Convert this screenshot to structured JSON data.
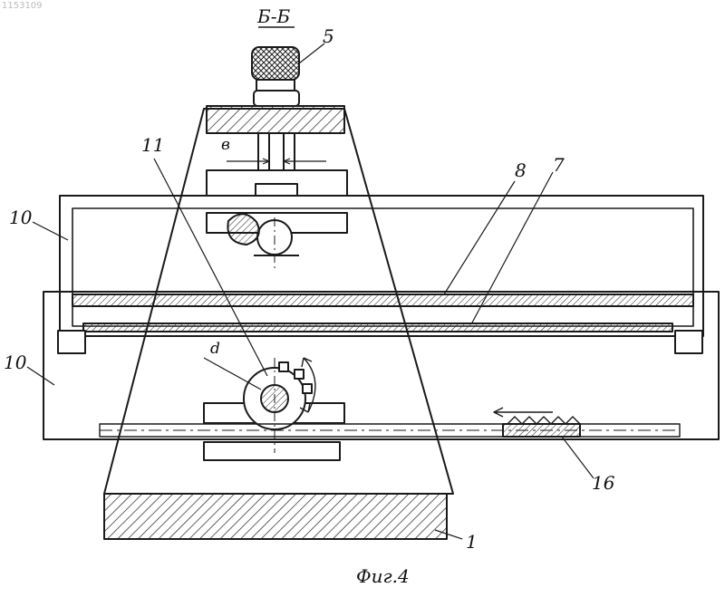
{
  "figure": {
    "doc_number": "1153109",
    "section_label": "Б-Б",
    "caption": "Фиг.4",
    "dimension_labels": {
      "width": "в",
      "diameter": "d"
    },
    "part_labels": {
      "base": "1",
      "clamp_screw": "5",
      "rail_lower": "7",
      "rail_upper": "8",
      "frame_left_upper": "10",
      "frame_left_lower": "10",
      "gear": "11",
      "rack": "16"
    }
  }
}
